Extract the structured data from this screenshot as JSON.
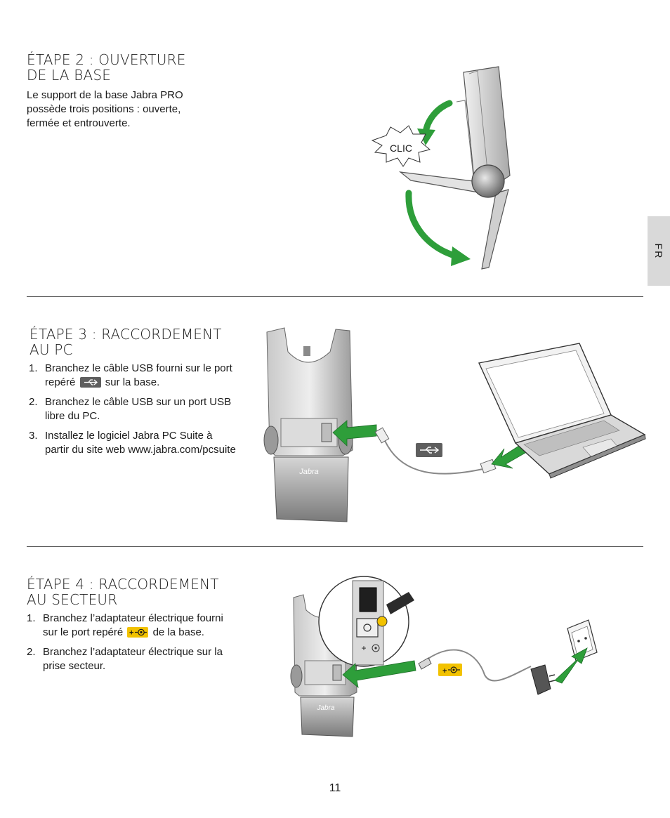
{
  "lang_tab": "FR",
  "page_number": "11",
  "step2": {
    "title": "ÉTAPE 2 : OUVERTURE\nDE LA BASE",
    "body": "Le support de la base Jabra PRO possède trois positions : ouverte, fermée et entrouverte.",
    "clic_label": "CLIC"
  },
  "step3": {
    "title": "ÉTAPE 3 : RACCORDEMENT\nAU PC",
    "items": [
      {
        "num": "1.",
        "before": "Branchez le câble USB fourni sur le port repéré",
        "icon": "usb-icon",
        "after": "sur la base."
      },
      {
        "num": "2.",
        "text": "Branchez le câble USB sur un port USB libre du PC."
      },
      {
        "num": "3.",
        "text": "Installez le logiciel Jabra PC Suite à partir du site web www.jabra.com/pcsuite"
      }
    ],
    "brand": "Jabra"
  },
  "step4": {
    "title": "ÉTAPE 4 : RACCORDEMENT\nAU SECTEUR",
    "items": [
      {
        "num": "1.",
        "before": "Branchez l’adaptateur électrique fourni sur le port repéré",
        "icon": "power-icon",
        "after": "de la base."
      },
      {
        "num": "2.",
        "text": "Branchez l’adaptateur électrique sur la prise secteur."
      }
    ],
    "brand": "Jabra",
    "plus_sign": "+"
  },
  "colors": {
    "arrow_green": "#2e9e3a",
    "power_yellow": "#f2c200",
    "usb_badge": "#5e5e5e",
    "tab_gray": "#d9d9d9"
  }
}
